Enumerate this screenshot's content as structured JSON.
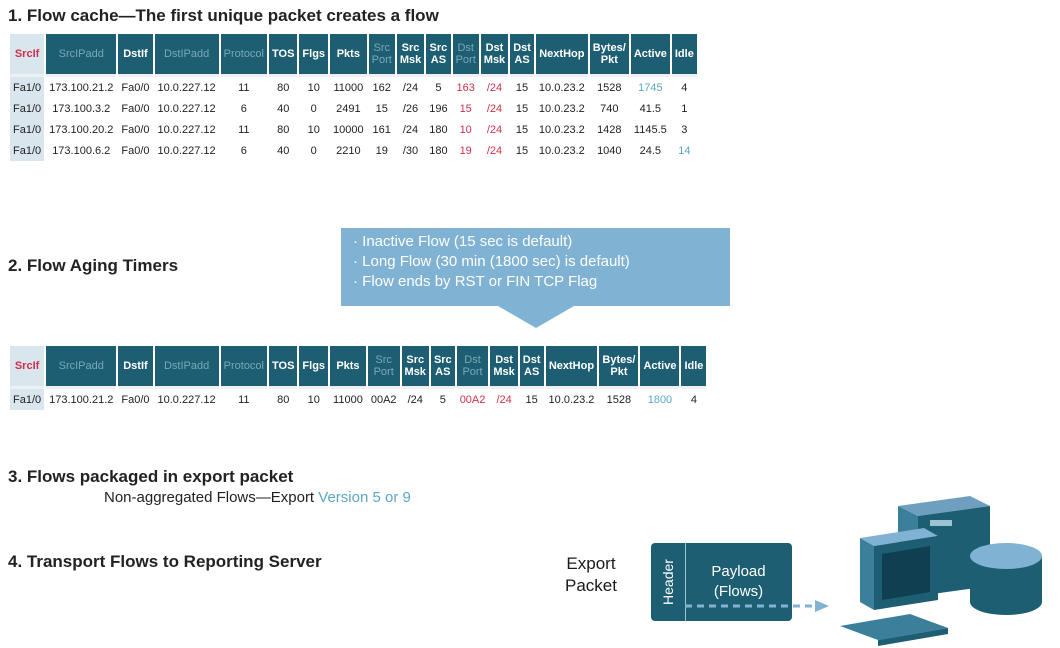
{
  "step1": {
    "title": "1. Flow cache—The first unique packet creates a flow"
  },
  "step2": {
    "title": "2. Flow Aging Timers",
    "callout": [
      "· Inactive Flow (15 sec is default)",
      "· Long Flow (30 min (1800 sec) is default)",
      "· Flow ends by RST or FIN TCP Flag"
    ]
  },
  "step3": {
    "title": "3. Flows packaged in export packet",
    "sub_prefix": "Non-aggregated Flows—Export ",
    "sub_accent": "Version 5 or 9"
  },
  "step4": {
    "title": "4. Transport Flows to Reporting Server"
  },
  "headers": [
    {
      "label": "SrcIf",
      "style": "red"
    },
    {
      "label": "SrcIPadd",
      "style": "dim"
    },
    {
      "label": "DstIf",
      "style": ""
    },
    {
      "label": "DstIPadd",
      "style": "dim"
    },
    {
      "label": "Protocol",
      "style": "dim"
    },
    {
      "label": "TOS",
      "style": ""
    },
    {
      "label": "Flgs",
      "style": ""
    },
    {
      "label": "Pkts",
      "style": ""
    },
    {
      "label": "Src\nPort",
      "style": "dim"
    },
    {
      "label": "Src\nMsk",
      "style": ""
    },
    {
      "label": "Src\nAS",
      "style": ""
    },
    {
      "label": "Dst\nPort",
      "style": "dim"
    },
    {
      "label": "Dst\nMsk",
      "style": ""
    },
    {
      "label": "Dst\nAS",
      "style": ""
    },
    {
      "label": "NextHop",
      "style": ""
    },
    {
      "label": "Bytes/\nPkt",
      "style": ""
    },
    {
      "label": "Active",
      "style": ""
    },
    {
      "label": "Idle",
      "style": ""
    }
  ],
  "table1_rows": [
    [
      "Fa1/0",
      "173.100.21.2",
      "Fa0/0",
      "10.0.227.12",
      "11",
      "80",
      "10",
      "11000",
      "162",
      "/24",
      "5",
      "163",
      "/24",
      "15",
      "10.0.23.2",
      "1528",
      "1745",
      "4"
    ],
    [
      "Fa1/0",
      "173.100.3.2",
      "Fa0/0",
      "10.0.227.12",
      "6",
      "40",
      "0",
      "2491",
      "15",
      "/26",
      "196",
      "15",
      "/24",
      "15",
      "10.0.23.2",
      "740",
      "41.5",
      "1"
    ],
    [
      "Fa1/0",
      "173.100.20.2",
      "Fa0/0",
      "10.0.227.12",
      "11",
      "80",
      "10",
      "10000",
      "161",
      "/24",
      "180",
      "10",
      "/24",
      "15",
      "10.0.23.2",
      "1428",
      "1145.5",
      "3"
    ],
    [
      "Fa1/0",
      "173.100.6.2",
      "Fa0/0",
      "10.0.227.12",
      "6",
      "40",
      "0",
      "2210",
      "19",
      "/30",
      "180",
      "19",
      "/24",
      "15",
      "10.0.23.2",
      "1040",
      "24.5",
      "14"
    ]
  ],
  "table2_rows": [
    [
      "Fa1/0",
      "173.100.21.2",
      "Fa0/0",
      "10.0.227.12",
      "11",
      "80",
      "10",
      "11000",
      "00A2",
      "/24",
      "5",
      "00A2",
      "/24",
      "15",
      "10.0.23.2",
      "1528",
      "1800",
      "4"
    ]
  ],
  "export": {
    "label_line1": "Export",
    "label_line2": "Packet",
    "header": "Header",
    "payload_line1": "Payload",
    "payload_line2": "(Flows)"
  },
  "colors": {
    "table_header": "#1d5e73",
    "highlight_red": "#d0304b",
    "accent_blue": "#5ba7c8",
    "callout": "#7fb2d3",
    "server": "#1d5e73"
  },
  "icons": {
    "server": "server-computer-icon",
    "arrow": "dashed-arrow-icon"
  }
}
